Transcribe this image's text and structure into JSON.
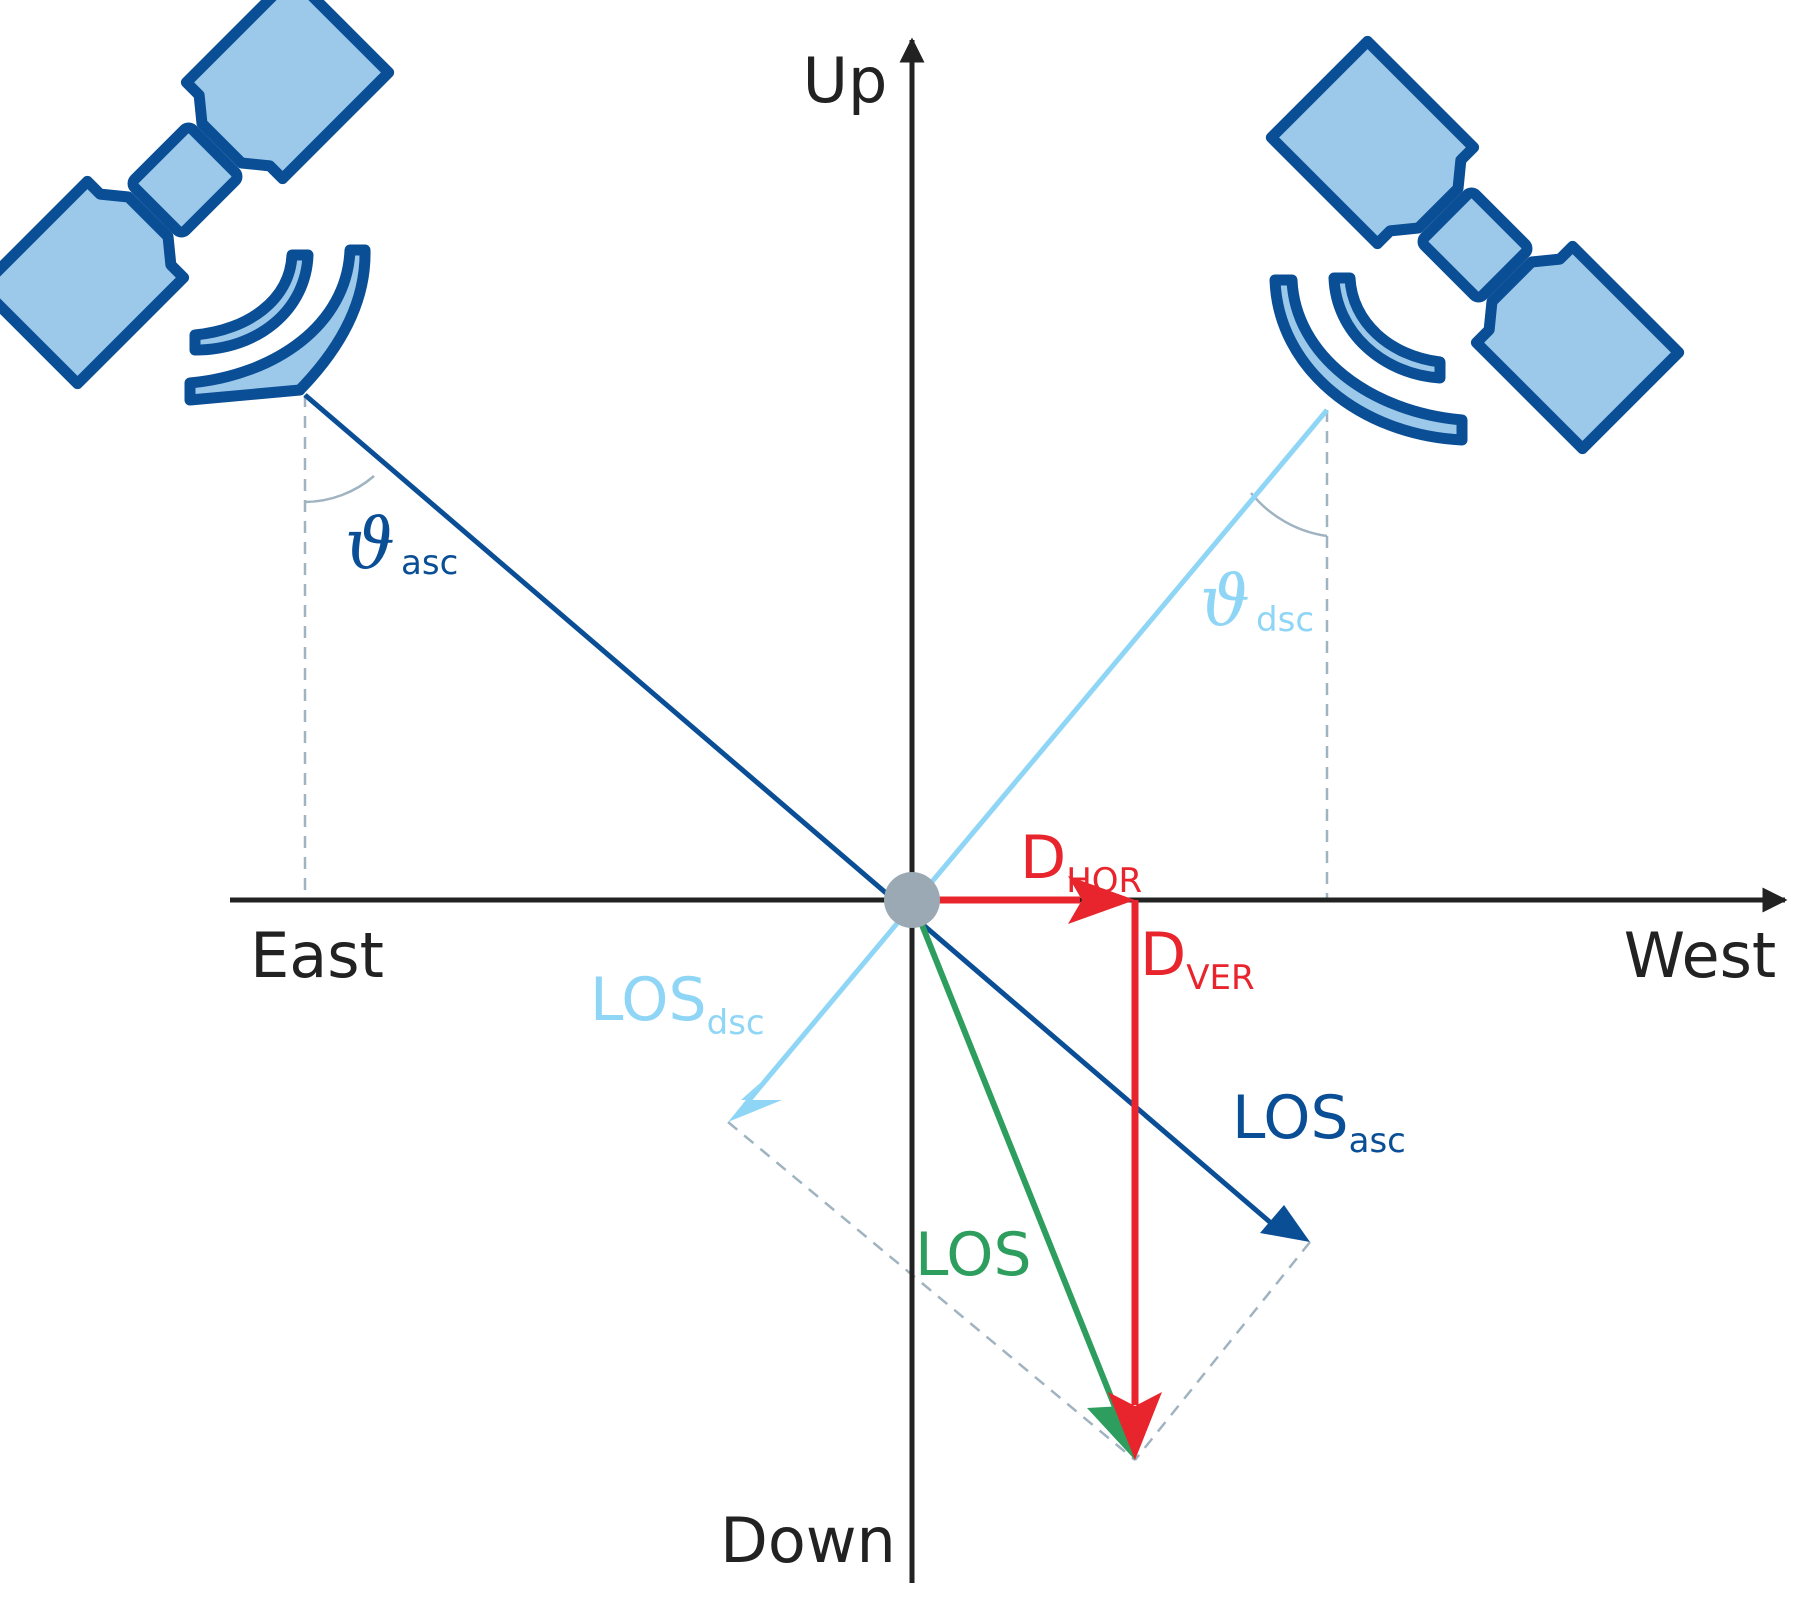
{
  "axes": {
    "up": "Up",
    "down": "Down",
    "east": "East",
    "west": "West"
  },
  "vectors": {
    "d_hor": {
      "main": "D",
      "sub": "HOR"
    },
    "d_ver": {
      "main": "D",
      "sub": "VER"
    },
    "los_dsc": {
      "main": "LOS",
      "sub": "dsc"
    },
    "los_asc": {
      "main": "LOS",
      "sub": "asc"
    },
    "los": {
      "main": "LOS"
    }
  },
  "angles": {
    "asc": {
      "main": "ϑ",
      "sub": "asc"
    },
    "dsc": {
      "main": "ϑ",
      "sub": "dsc"
    }
  },
  "icons": [
    "satellite-asc-icon",
    "satellite-dsc-icon",
    "origin-point-icon"
  ],
  "colors": {
    "asc": "#0a4e96",
    "dsc": "#8fd6f6",
    "decomposition": "#e8242c",
    "los": "#2e9e5e",
    "satellite_fill": "#9cc9ea",
    "satellite_stroke": "#0a4e96",
    "origin": "#9aa9b3",
    "axis": "#222222",
    "guide": "#9fb3c0"
  }
}
